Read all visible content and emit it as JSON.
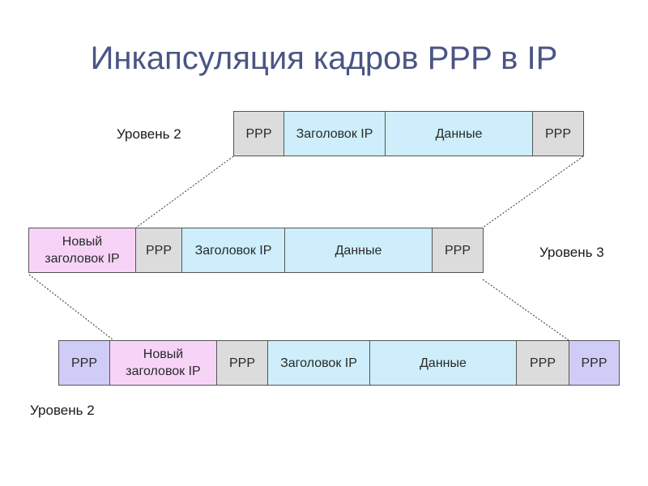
{
  "title": "Инкапсуляция кадров PPP в IP",
  "levels": {
    "top": "Уровень 2",
    "middle": "Уровень 3",
    "bottom": "Уровень 2"
  },
  "frame_top": {
    "ppp_left": "PPP",
    "ip_header": "Заголовок IP",
    "data": "Данные",
    "ppp_right": "PPP"
  },
  "frame_middle": {
    "new_header": "Новый заголовок IP",
    "ppp_left": "PPP",
    "ip_header": "Заголовок IP",
    "data": "Данные",
    "ppp_right": "PPP"
  },
  "frame_bottom": {
    "outer_ppp_left": "PPP",
    "new_header": "Новый заголовок IP",
    "ppp_left": "PPP",
    "ip_header": "Заголовок IP",
    "data": "Данные",
    "ppp_right": "PPP",
    "outer_ppp_right": "PPP"
  },
  "colors": {
    "title": "#4a5585",
    "ppp_cell": "#dcdcdc",
    "ip_data_cell": "#cdeefa",
    "new_header_cell": "#f7d4f7",
    "outer_ppp_cell": "#d0ccf8"
  }
}
